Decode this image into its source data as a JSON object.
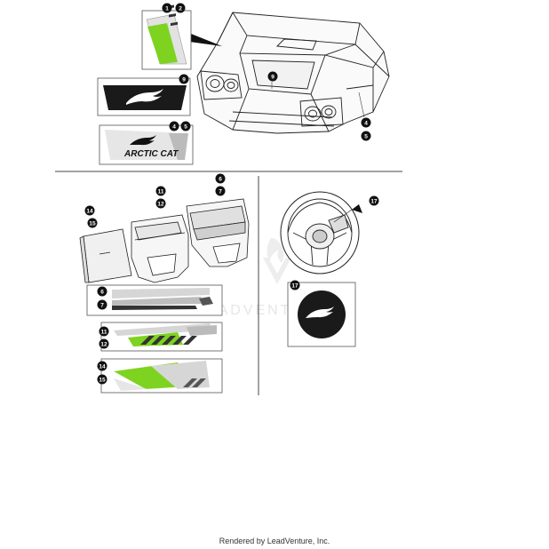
{
  "callouts": {
    "c1": "1",
    "c2": "2",
    "c9a": "9",
    "c9b": "9",
    "c4a": "4",
    "c5a": "5",
    "c4b": "4",
    "c5b": "5",
    "c6a": "6",
    "c7a": "7",
    "c11a": "11",
    "c12a": "12",
    "c14a": "14",
    "c15a": "15",
    "c6b": "6",
    "c7b": "7",
    "c11b": "11",
    "c12b": "12",
    "c14b": "14",
    "c15b": "15",
    "c17a": "17",
    "c17b": "17"
  },
  "logo_text": "ARCTIC CAT",
  "watermark": "LEADVENTURE",
  "footer": "Rendered by LeadVenture, Inc.",
  "colors": {
    "accent_green": "#7ed321",
    "dark": "#1a1a1a",
    "gray": "#9a9a9a",
    "light_gray": "#d6d6d6"
  }
}
